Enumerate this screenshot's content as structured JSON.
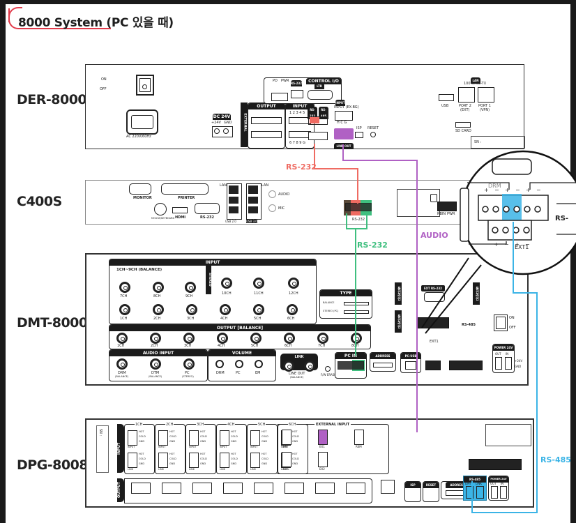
{
  "title": "8000 System (PC 있을 때)",
  "colors": {
    "accent_red": "#e23a4a",
    "rs232_red": "#ef6b62",
    "rs232_green": "#3fbf7f",
    "audio_purple": "#b061c4",
    "rs485_blue": "#3bb4e6"
  },
  "devices": [
    {
      "id": "der8000",
      "label": "DER-8000"
    },
    {
      "id": "c400s",
      "label": "C400S"
    },
    {
      "id": "dmt8000",
      "label": "DMT-8000"
    },
    {
      "id": "dpg8008",
      "label": "DPG-8008"
    }
  ],
  "connections": [
    {
      "label": "RS-232",
      "from": "DER-8000 RS-232",
      "to": "C400S RS-232",
      "color": "#ef6b62"
    },
    {
      "label": "RS-232",
      "from": "C400S RS-232",
      "to": "DMT-8000 PC IN",
      "color": "#3fbf7f"
    },
    {
      "label": "AUDIO",
      "from": "DER-8000 LINE OUT",
      "to": "DPG-8008 EXT1",
      "color": "#b061c4"
    },
    {
      "label": "RS-485",
      "from": "DMT-8000 EXT1",
      "to": "DPG-8008 RS-485 DMT",
      "color": "#3bb4e6"
    }
  ],
  "der8000": {
    "power_on": "ON",
    "power_off": "OFF",
    "ac": "AC 220V/60Hz",
    "dc24v": "DC 24V",
    "dc_plus": "+24V",
    "dc_gnd": "GND",
    "external": "EXTERNAL",
    "output": "OUTPUT",
    "input": "INPUT",
    "input_nums_top": "1 2 3 4 5",
    "input_nums_bottom": "6 7 8 9 G",
    "control_io": "CONTROL I/O",
    "pd": "PD",
    "pwr": "PWR",
    "ltr": "LTR",
    "rs232": "RS-232",
    "rs485": "RS-485",
    "input_ex": "INPUT (EX-BG)",
    "hcg": "H C G",
    "line_out": "LINE OUT",
    "isp": "ISP",
    "reset": "RESET",
    "lan": "LAN",
    "lan_sub": "100 BASE-TX",
    "usb": "USB",
    "port2": "PORT 2",
    "port2_sub": "(EXT)",
    "port1": "PORT 1",
    "port1_sub": "(VPN)",
    "sd": "SD CARD",
    "sn": "SN :"
  },
  "c400s": {
    "monitor": "MONITOR",
    "printer": "PRINTER",
    "lan": "LAN",
    "audio": "AUDIO",
    "mic": "MIC",
    "mouse": "MOUSE/KEYBOARD",
    "hdmi": "HDMI",
    "rs232": "RS-232",
    "usb2": "USB 2.0",
    "usb3": "USB 3.0",
    "rbin": "RBIN",
    "pwr": "PWR"
  },
  "zoom_inset": {
    "drm": "DRM",
    "ext1": "EXT1",
    "rs": "RS-",
    "pins_top": [
      "+",
      "−",
      "+",
      "−",
      "+",
      "−"
    ],
    "pins_bottom": [
      "+",
      "−",
      "+",
      "−"
    ]
  },
  "dmt8000": {
    "input": "INPUT",
    "input_sub": "1CH~9CH (BALANCE)",
    "stereo": "STEREO",
    "input_top": [
      "7CH",
      "8CH",
      "9CH",
      "10CH",
      "11CH",
      "12CH"
    ],
    "input_bottom": [
      "1CH",
      "2CH",
      "3CH",
      "4CH",
      "5CH",
      "6CH"
    ],
    "type": "TYPE",
    "type_balance": "BALANCE",
    "type_stereo": "STEREO (PC)",
    "output": "OUTPUT [BALANCE]",
    "output_ch": [
      "1CH",
      "2CH",
      "3CH",
      "4CH",
      "5CH",
      "6CH",
      "7CH",
      "8CH"
    ],
    "audio_input": "AUDIO INPUT",
    "audio_inputs": [
      {
        "name": "DRM",
        "sub": "(BALANCE)"
      },
      {
        "name": "DTM",
        "sub": "(BALANCE)"
      },
      {
        "name": "PC",
        "sub": "(STEREO)"
      }
    ],
    "volume": "VOLUME",
    "volume_knobs": [
      "DRM",
      "PC",
      "EM"
    ],
    "link": "LINK",
    "line_out": "LINE OUT",
    "line_out_sub": "(BALANCE)",
    "fw": "F/W ERASER",
    "pc_in": "PC IN",
    "address": "ADDRESS",
    "pc_usb": "PC-USB",
    "comm_line": "통신라인",
    "comm_left": [
      "DPG",
      "DRG",
      "DFG",
      "DRP"
    ],
    "comm_left2": [
      "DFC",
      "DDE",
      "DRC"
    ],
    "comm_right": [
      "DRM",
      "DLR",
      "DRP"
    ],
    "ext": "EXT RS-232",
    "rs485": "RS-485",
    "ext1": "EXT1",
    "power_on": "ON",
    "power_off": "OFF",
    "power24": "POWER 24V",
    "p_out": "OUT",
    "p_in": "IN",
    "p_plus": "+24V",
    "p_gnd": "GND"
  },
  "dpg8008": {
    "sn": "SN :",
    "input": "INPUT",
    "output": "OUTPUT",
    "channels": [
      "1CH",
      "2CH",
      "3CH",
      "4CH",
      "5CH",
      "6CH",
      "7CH",
      "8CH"
    ],
    "pins": [
      "HOT",
      "COLD",
      "GND"
    ],
    "input_tag": "INPUT",
    "link_tag": "LINK",
    "external_input": "EXTERNAL INPUT",
    "ext_labels_top": [
      "EM",
      "EX1",
      "REM"
    ],
    "ext_labels_bottom": [
      "FIRE",
      "EX2"
    ],
    "isp": "ISP",
    "reset": "RESET",
    "address": "ADDRESS",
    "rs485": "RS-485",
    "dmt": "DMT",
    "link": "LINK",
    "power24": "POWER 24V",
    "p_out": "OUT",
    "p_in": "IN"
  }
}
